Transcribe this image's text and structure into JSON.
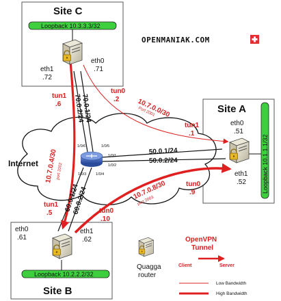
{
  "brand": {
    "text": "OPENMANIAK.COM",
    "flag_color": "#e03030"
  },
  "colors": {
    "loopback_fill": "#3ecf3e",
    "tunnel": "#e02020",
    "box_border": "#555555"
  },
  "internet_label": "Internet",
  "sites": {
    "c": {
      "title": "Site C",
      "loopback": "Loopback 10.3.3.3/32",
      "eth0": "eth0",
      "eth0_ip": ".71",
      "eth1": "eth1",
      "eth1_ip": ".72"
    },
    "a": {
      "title": "Site A",
      "loopback": "Loopback 10.1.1.1/32",
      "eth0": "eth0",
      "eth0_ip": ".51",
      "eth1": "eth1",
      "eth1_ip": ".52"
    },
    "b": {
      "title": "Site B",
      "loopback": "Loopback 10.2.2.2/32",
      "eth0": "eth0",
      "eth0_ip": ".61",
      "eth1": "eth1",
      "eth1_ip": ".62"
    }
  },
  "links": {
    "c_net1": "70.0.1/24",
    "c_net2": "70.0.2/24",
    "a_net1": "50.0.1/24",
    "a_net2": "50.0.2/24",
    "b_net1": "60.0.1/24",
    "b_net2": "60.0.2/24"
  },
  "router_ports": {
    "p6": "1/0/6",
    "p5": "1/0/5",
    "p1": "1/0/1",
    "p2": "1/0/2",
    "p3": "1/0/3",
    "p4": "1/0/4"
  },
  "tunnels": {
    "c_a": {
      "net": "10.7.0.0/30",
      "port": "Port 2001",
      "c_end_name": "tun0",
      "c_end_ip": ".2",
      "a_end_name": "tun1",
      "a_end_ip": ".1"
    },
    "c_b": {
      "net": "10.7.0.4/30",
      "port": "port 2002",
      "c_end_name": "tun1",
      "c_end_ip": ".6",
      "b_end_name": "tun1",
      "b_end_ip": ".5"
    },
    "b_a": {
      "net": "10.7.0.8/30",
      "port": "port 2003",
      "b_end_name": "tun0",
      "b_end_ip": ".10",
      "a_end_name": "tun0",
      "a_end_ip": ".9"
    }
  },
  "legend": {
    "quagga_label_1": "Quagga",
    "quagga_label_2": "router",
    "openvpn_title_1": "OpenVPN",
    "openvpn_title_2": "Tunnel",
    "client": "Client",
    "server": "Server",
    "low_bw": "Low Bandwidth",
    "high_bw": "High Bandwidth"
  }
}
